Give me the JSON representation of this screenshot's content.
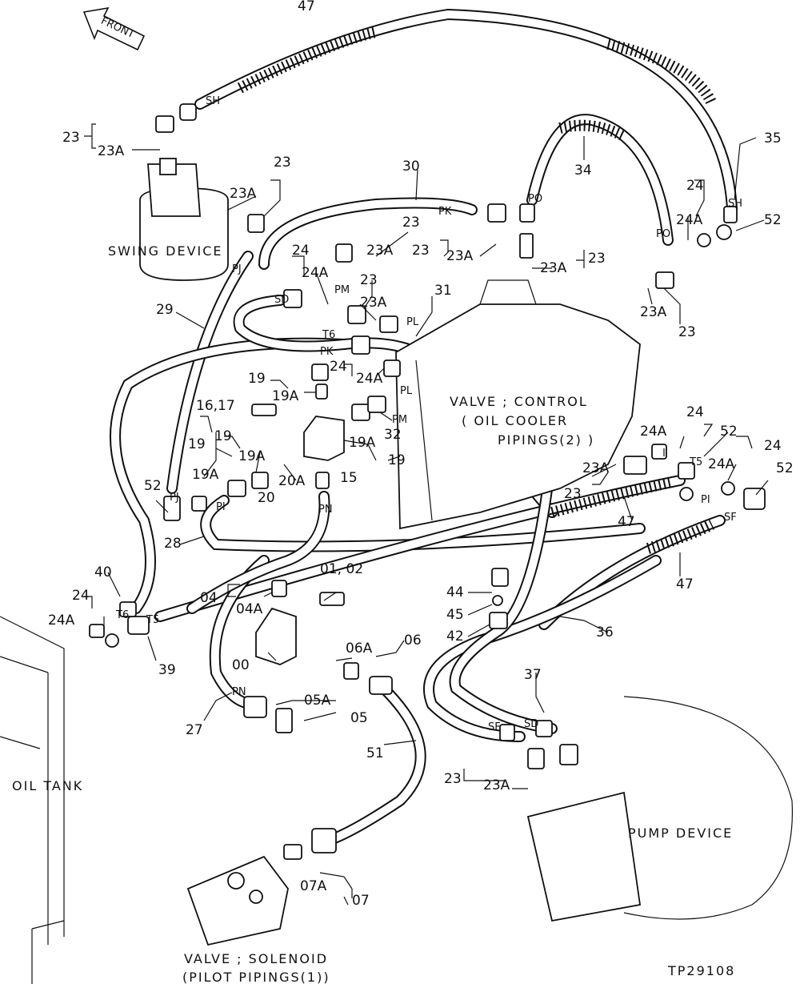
{
  "labels": {
    "front": "FRONT",
    "swing_device": "SWING  DEVICE",
    "valve_control": "VALVE ; CONTROL",
    "oil_cooler": "( OIL  COOLER",
    "pipings2": "PIPINGS(2) )",
    "oil_tank": "OIL  TANK",
    "pump_device": "PUMP  DEVICE",
    "valve_solenoid": "VALVE ; SOLENOID",
    "pilot_pipings": "(PILOT  PIPINGS(1))",
    "figure_id": "TP29108"
  },
  "parts": {
    "p47a": "47",
    "p35": "35",
    "p34": "34",
    "p30": "30",
    "p31": "31",
    "p29": "29",
    "p28": "28",
    "p27": "27",
    "p40": "40",
    "p39": "39",
    "p36": "36",
    "p37": "37",
    "p51": "51",
    "p44": "44",
    "p45": "45",
    "p42": "42",
    "p15": "15",
    "p32": "32",
    "p00": "00",
    "p0102": "01, 02",
    "p47b": "47",
    "p47c": "47",
    "p23a": "23",
    "p23Aa": "23A",
    "p23b": "23",
    "p23Ab": "23A",
    "p23c": "23",
    "p23Ac": "23A",
    "p23d": "23",
    "p23Ad": "23A",
    "p23e": "23",
    "p23Ae": "23A",
    "p23f": "23",
    "p23Af": "23A",
    "p23g": "23",
    "p23Ag": "23A",
    "p23h": "23",
    "p23Ah": "23A",
    "p23i": "23",
    "p23Ai": "23A",
    "p24a": "24",
    "p24Aa": "24A",
    "p24b": "24",
    "p24Ab": "24A",
    "p24c": "24",
    "p24Ac": "24A",
    "p24d": "24",
    "p24Ad": "24A",
    "p24e": "24",
    "p24Ae": "24A",
    "p24f": "24",
    "p24Af": "24A",
    "p52a": "52",
    "p52b": "52",
    "p52c": "52",
    "p52d": "52",
    "p19a": "19",
    "p19Aa": "19A",
    "p19b": "19",
    "p19Ab": "19A",
    "p19c": "19",
    "p19Ac": "19A",
    "p19d": "19",
    "p19Ad": "19A",
    "p1617": "16,17",
    "p20": "20",
    "p20A": "20A",
    "p04": "04",
    "p04A": "04A",
    "p06": "06",
    "p06A": "06A",
    "p05": "05",
    "p05A": "05A",
    "p07": "07",
    "p07A": "07A"
  },
  "ports": {
    "sh1": "SH",
    "sh2": "SH",
    "pk1": "PK",
    "pk2": "PK",
    "po1": "PO",
    "po2": "PO",
    "pj1": "PJ",
    "pj2": "PJ",
    "sd1": "SD",
    "sd2": "SD",
    "pm1": "PM",
    "pm2": "PM",
    "pl1": "PL",
    "pl2": "PL",
    "t6a": "T6",
    "t6b": "T6",
    "t5a": "T5",
    "t5b": "T5",
    "pi1": "PI",
    "pi2": "PI",
    "pn1": "PN",
    "pn2": "PN",
    "sf1": "SF",
    "sf2": "SF"
  }
}
